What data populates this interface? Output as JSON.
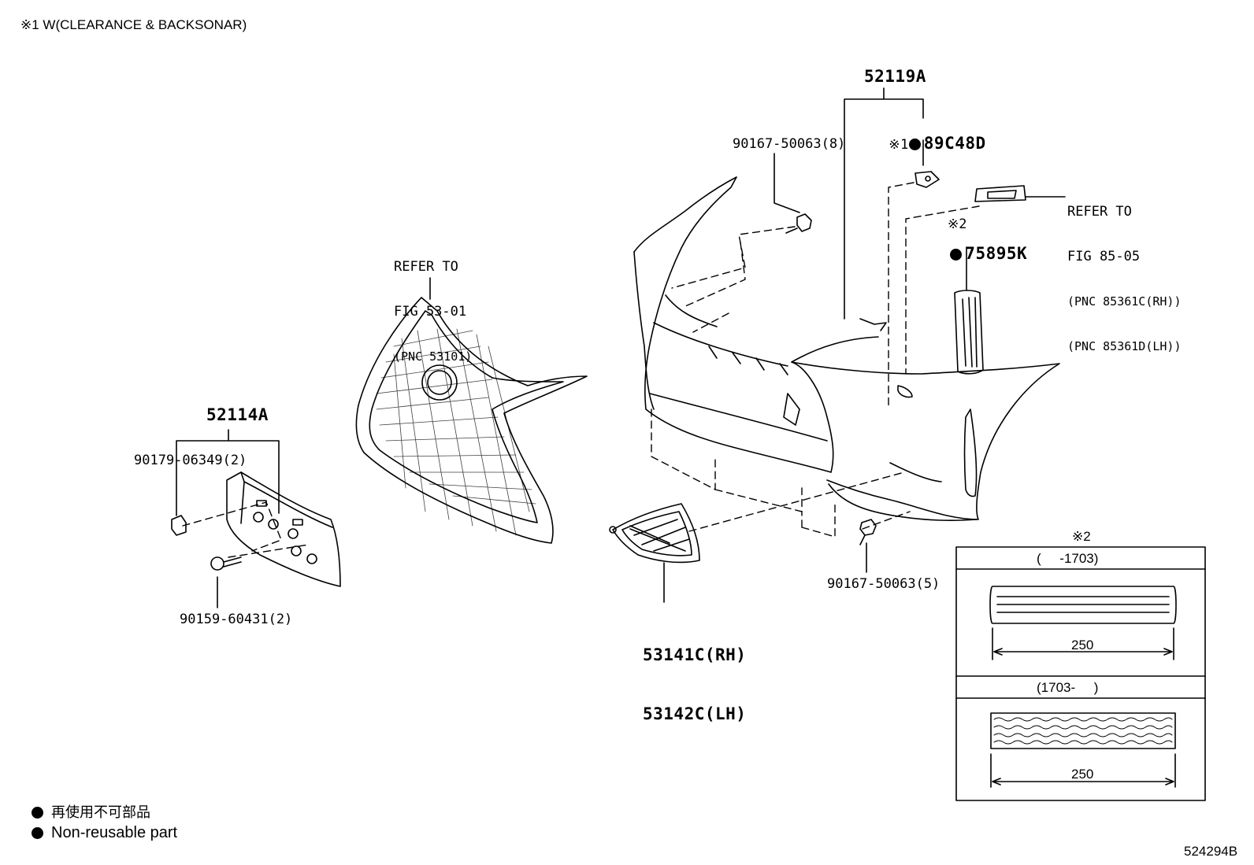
{
  "header_note": "※1 W(CLEARANCE & BACKSONAR)",
  "labels": {
    "p52119A": "52119A",
    "p89C48D_mark": "※1",
    "p89C48D": "89C48D",
    "p90167_8": "90167-50063(8)",
    "ref_85_05": [
      "REFER TO",
      "FIG 85-05",
      "(PNC 85361C(RH))",
      "(PNC 85361D(LH))"
    ],
    "p75895K_mark": "※2",
    "p75895K": "75895K",
    "ref_53_01": [
      "REFER TO",
      "FIG 53-01",
      "(PNC 53101)"
    ],
    "p52114A": "52114A",
    "p90179": "90179-06349(2)",
    "p90159": "90159-60431(2)",
    "p90167_5": "90167-50063(5)",
    "p53141C": "53141C(RH)",
    "p53142C": "53142C(LH)"
  },
  "detail_box": {
    "mark": "※2",
    "top_period": "(     -1703)",
    "top_dim": "250",
    "bottom_period": "(1703-     )",
    "bottom_dim": "250"
  },
  "legend": [
    {
      "icon": "filled-circle",
      "text": "再使用不可部品"
    },
    {
      "icon": "filled-circle",
      "text": "Non-reusable part"
    }
  ],
  "figure_id": "524294B"
}
